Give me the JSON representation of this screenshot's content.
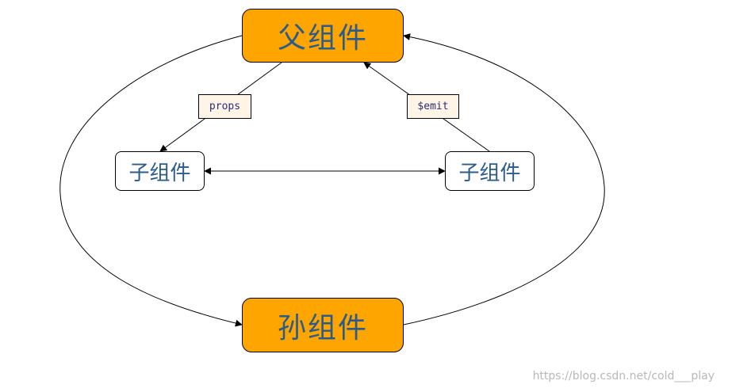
{
  "nodes": {
    "parent": "父组件",
    "child_left": "子组件",
    "child_right": "子组件",
    "grandchild": "孙组件"
  },
  "edge_labels": {
    "props": "props",
    "emit": "$emit"
  },
  "colors": {
    "big_node_fill": "#ffa500",
    "node_text": "#2b5b88",
    "label_fill": "#fff5e6"
  },
  "watermark": "https://blog.csdn.net/cold___play"
}
